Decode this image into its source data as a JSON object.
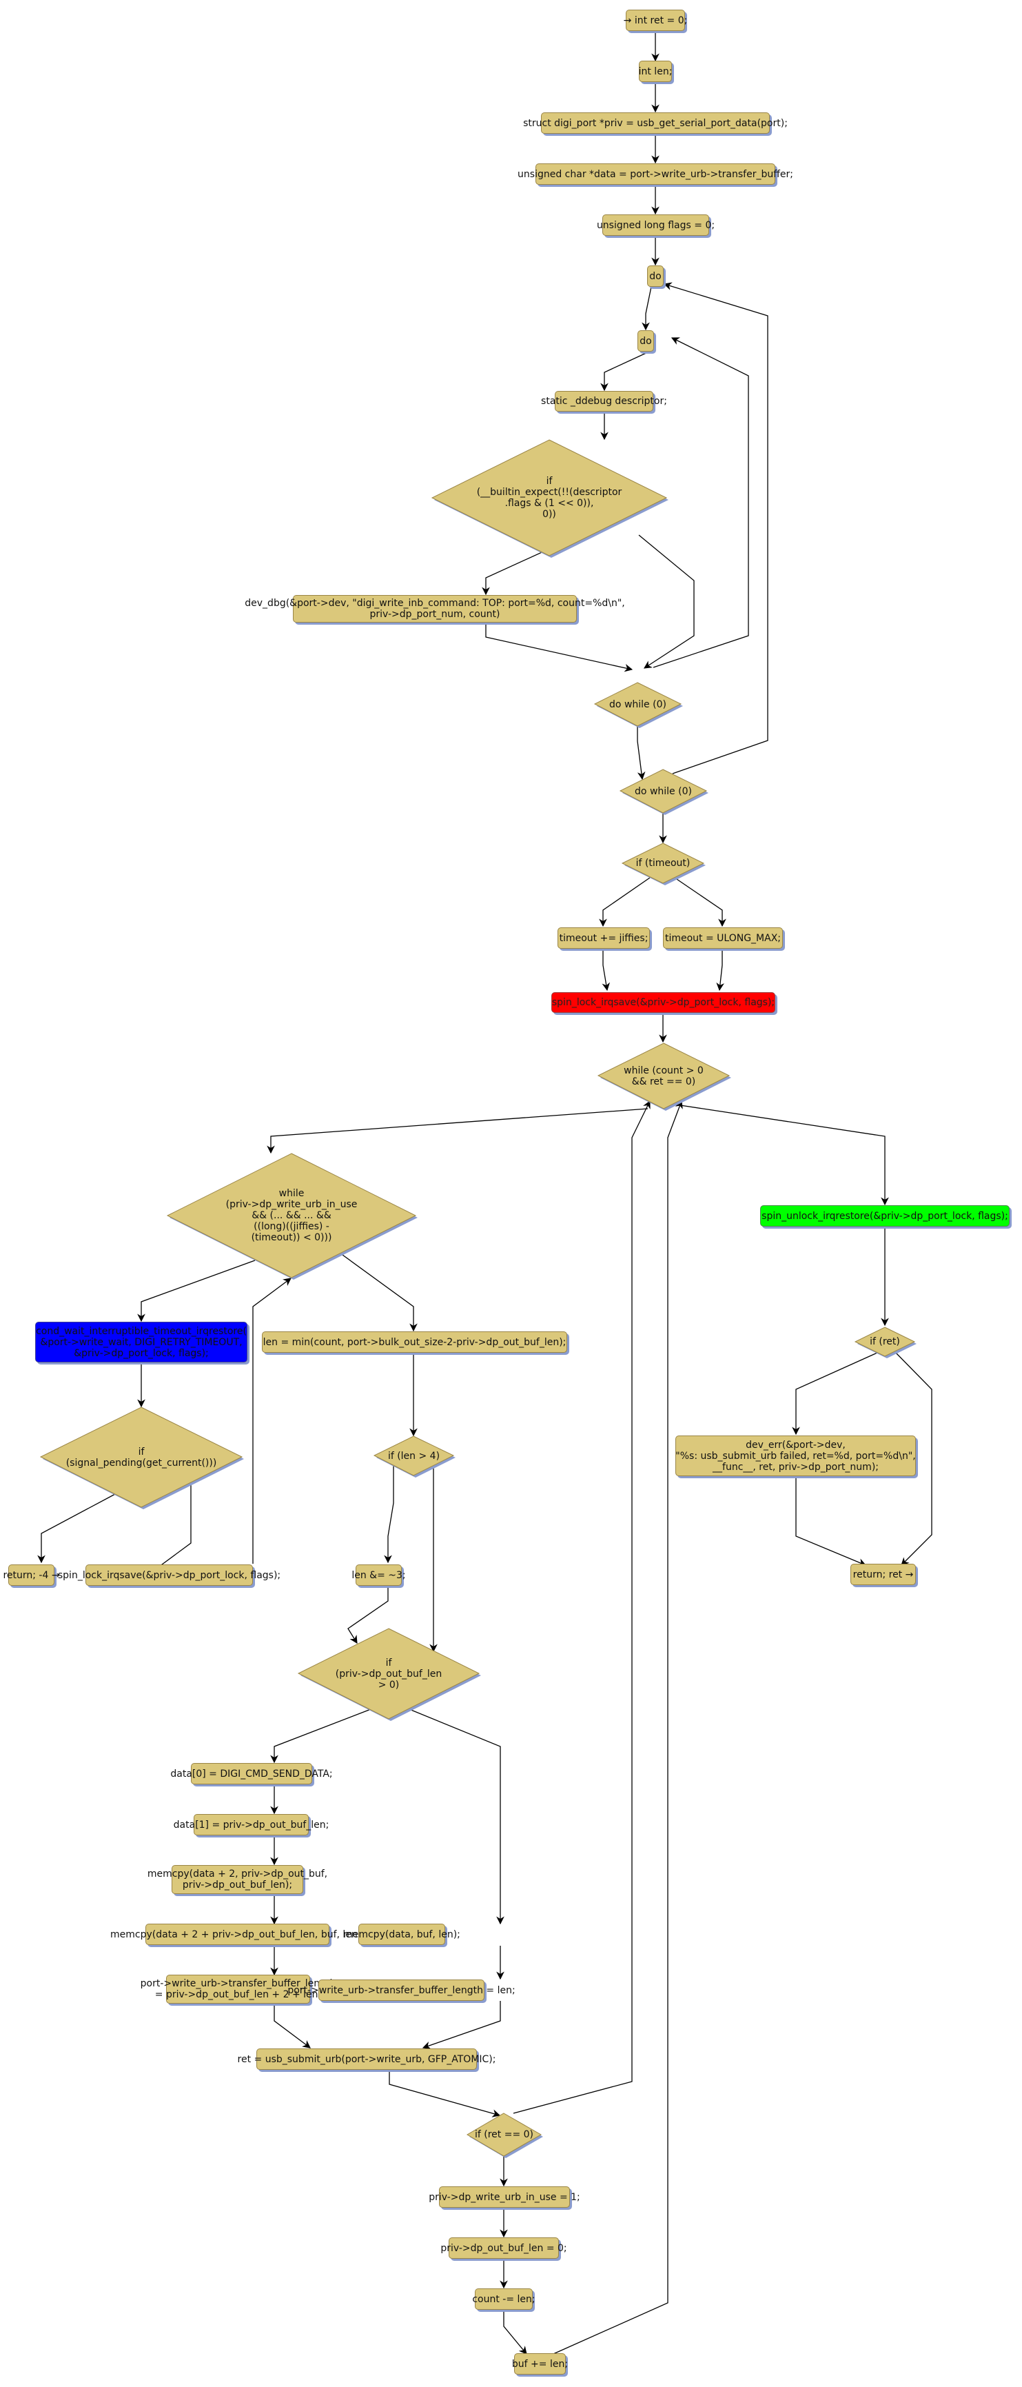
{
  "diagram": {
    "type": "control-flow-graph",
    "colors": {
      "node_fill": "#dbc87b",
      "lock_highlight": "#ff0000",
      "wait_highlight": "#0000ff",
      "unlock_highlight": "#00ff00"
    },
    "nodes": {
      "n1": "→ int ret = 0;",
      "n2": "int len;",
      "n3": "struct digi_port *priv = usb_get_serial_port_data(port);",
      "n4": "unsigned char *data = port->write_urb->transfer_buffer;",
      "n5": "unsigned long flags = 0;",
      "n6": "do",
      "n7": "do",
      "n8": "static _ddebug descriptor;",
      "n9": "if\n(__builtin_expect(!!(descriptor\n.flags & (1 << 0)),\n0))",
      "n10": "dev_dbg(&port->dev, \"digi_write_inb_command: TOP: port=%d, count=%d\\n\",\npriv->dp_port_num, count)",
      "n11": "do while (0)",
      "n12": "do while (0)",
      "n13": "if (timeout)",
      "n14": "timeout += jiffies;",
      "n15": "timeout = ULONG_MAX;",
      "n16": "spin_lock_irqsave(&priv->dp_port_lock, flags);",
      "n17": "while (count > 0\n&& ret == 0)",
      "n18": "while\n(priv->dp_write_urb_in_use\n&& (... && ... &&\n((long)((jiffies) -\n(timeout)) < 0)))",
      "n19": "cond_wait_interruptible_timeout_irqrestore(\n&port->write_wait, DIGI_RETRY_TIMEOUT,\n&priv->dp_port_lock, flags);",
      "n20": "if\n(signal_pending(get_current()))",
      "n21": "return; -4 →",
      "n22": "spin_lock_irqsave(&priv->dp_port_lock, flags);",
      "n23": "len = min(count, port->bulk_out_size-2-priv->dp_out_buf_len);",
      "n24": "if (len > 4)",
      "n25": "len &= ~3;",
      "n26": "if\n(priv->dp_out_buf_len\n> 0)",
      "n27": "data[0] = DIGI_CMD_SEND_DATA;",
      "n28": "data[1] = priv->dp_out_buf_len;",
      "n29": "memcpy(data + 2, priv->dp_out_buf,\npriv->dp_out_buf_len);",
      "n30": "memcpy(data + 2 + priv->dp_out_buf_len, buf, len);",
      "n31": "port->write_urb->transfer_buffer_length\n= priv->dp_out_buf_len + 2 + len;",
      "n32": "memcpy(data, buf, len);",
      "n33": "port->write_urb->transfer_buffer_length = len;",
      "n34": "ret = usb_submit_urb(port->write_urb, GFP_ATOMIC);",
      "n35": "if (ret == 0)",
      "n36": "priv->dp_write_urb_in_use = 1;",
      "n37": "priv->dp_out_buf_len = 0;",
      "n38": "count -= len;",
      "n39": "buf += len;",
      "n40": "spin_unlock_irqrestore(&priv->dp_port_lock, flags);",
      "n41": "if (ret)",
      "n42": "dev_err(&port->dev,\n\"%s: usb_submit_urb failed, ret=%d, port=%d\\n\",\n__func__, ret, priv->dp_port_num);",
      "n43": "return; ret →"
    },
    "edges": [
      [
        "n1",
        "n2"
      ],
      [
        "n2",
        "n3"
      ],
      [
        "n3",
        "n4"
      ],
      [
        "n4",
        "n5"
      ],
      [
        "n5",
        "n6"
      ],
      [
        "n6",
        "n7"
      ],
      [
        "n7",
        "n8"
      ],
      [
        "n8",
        "n9"
      ],
      [
        "n9",
        "n10"
      ],
      [
        "n9",
        "n11"
      ],
      [
        "n10",
        "n11"
      ],
      [
        "n11",
        "n7"
      ],
      [
        "n11",
        "n12"
      ],
      [
        "n12",
        "n6"
      ],
      [
        "n12",
        "n13"
      ],
      [
        "n13",
        "n14"
      ],
      [
        "n13",
        "n15"
      ],
      [
        "n14",
        "n16"
      ],
      [
        "n15",
        "n16"
      ],
      [
        "n16",
        "n17"
      ],
      [
        "n17",
        "n18"
      ],
      [
        "n17",
        "n40"
      ],
      [
        "n18",
        "n19"
      ],
      [
        "n18",
        "n23"
      ],
      [
        "n19",
        "n20"
      ],
      [
        "n20",
        "n21"
      ],
      [
        "n20",
        "n22"
      ],
      [
        "n22",
        "n18"
      ],
      [
        "n23",
        "n24"
      ],
      [
        "n24",
        "n25"
      ],
      [
        "n24",
        "n26"
      ],
      [
        "n25",
        "n26"
      ],
      [
        "n26",
        "n27"
      ],
      [
        "n26",
        "n32"
      ],
      [
        "n27",
        "n28"
      ],
      [
        "n28",
        "n29"
      ],
      [
        "n29",
        "n30"
      ],
      [
        "n30",
        "n31"
      ],
      [
        "n31",
        "n34"
      ],
      [
        "n32",
        "n33"
      ],
      [
        "n33",
        "n34"
      ],
      [
        "n34",
        "n35"
      ],
      [
        "n35",
        "n36"
      ],
      [
        "n35",
        "n17"
      ],
      [
        "n36",
        "n37"
      ],
      [
        "n37",
        "n38"
      ],
      [
        "n38",
        "n39"
      ],
      [
        "n39",
        "n17"
      ],
      [
        "n40",
        "n41"
      ],
      [
        "n41",
        "n42"
      ],
      [
        "n41",
        "n43"
      ],
      [
        "n42",
        "n43"
      ]
    ]
  }
}
